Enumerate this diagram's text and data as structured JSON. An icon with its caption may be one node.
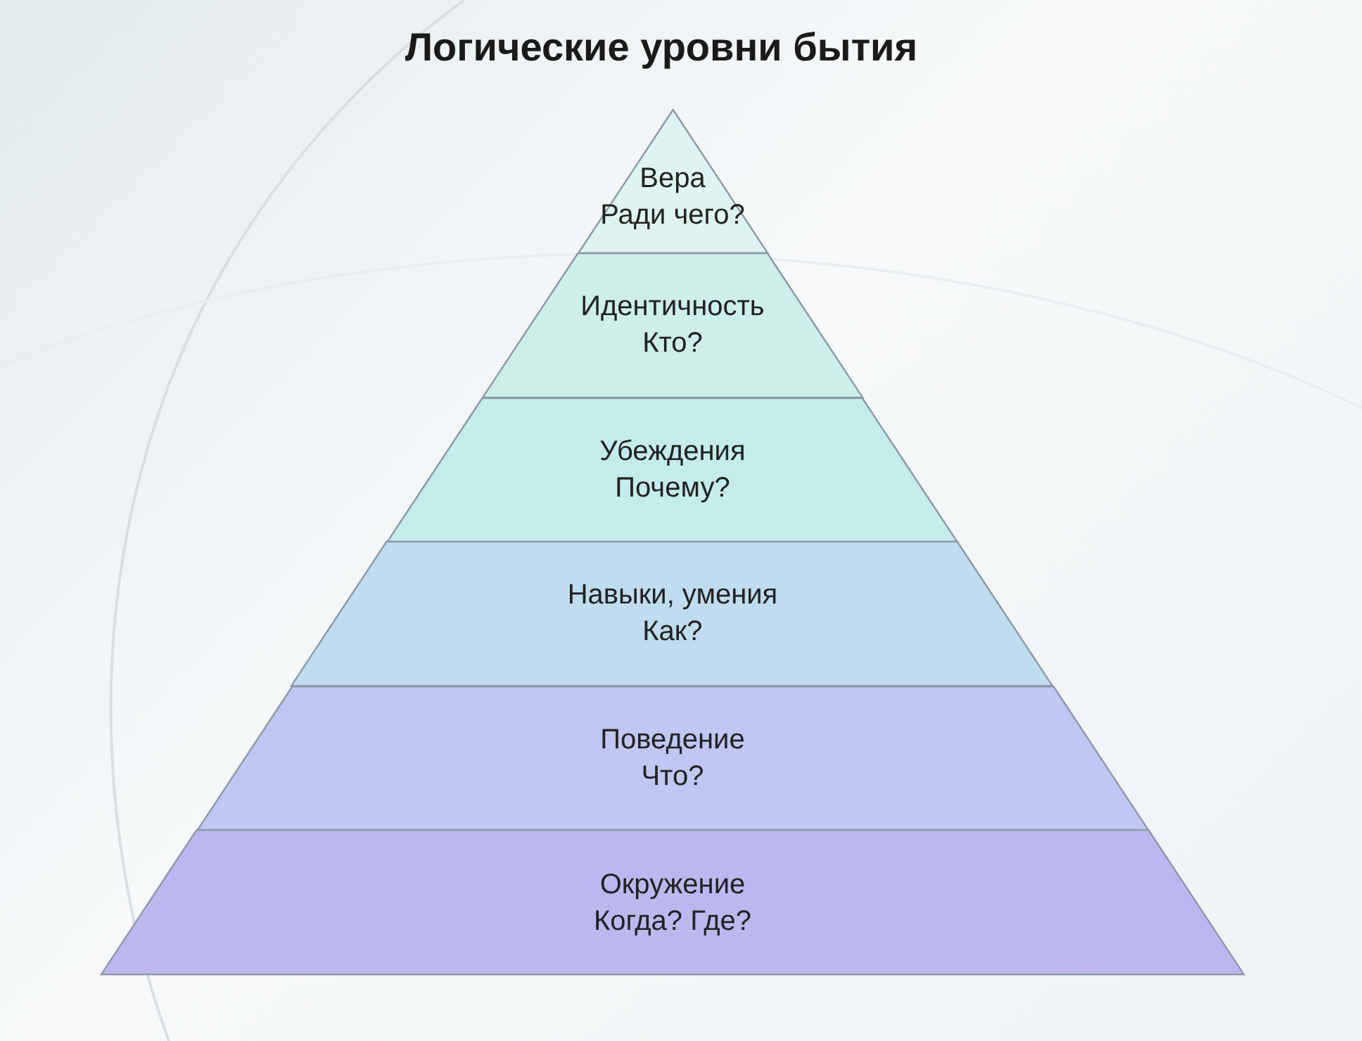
{
  "diagram": {
    "title": "Логические уровни бытия",
    "nodes": [
      {
        "text": [
          "Вера",
          "Ради чего?"
        ]
      },
      {
        "text": [
          "Идентичность",
          "Кто?"
        ]
      },
      {
        "text": [
          "Убеждения",
          "Почему?"
        ]
      },
      {
        "text": [
          "Навыки, умения",
          "Как?"
        ]
      },
      {
        "text": [
          "Поведение",
          "Что?"
        ]
      },
      {
        "text": [
          "Окружение",
          "Когда? Где?"
        ]
      }
    ],
    "edges": []
  }
}
